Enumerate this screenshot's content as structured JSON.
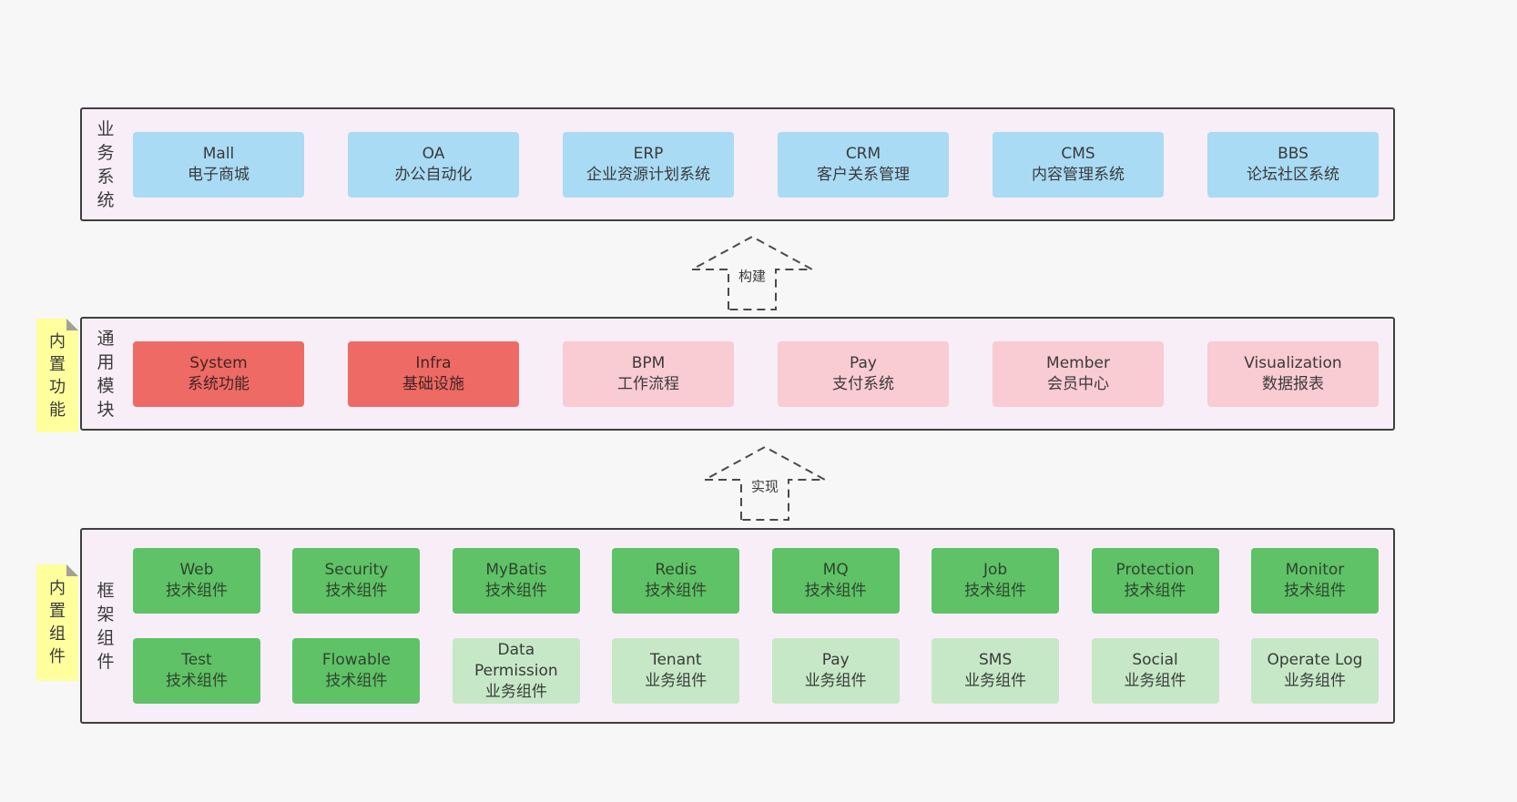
{
  "layers": {
    "business": {
      "label": "业务系统",
      "items": [
        {
          "title": "Mall",
          "subtitle": "电子商城"
        },
        {
          "title": "OA",
          "subtitle": "办公自动化"
        },
        {
          "title": "ERP",
          "subtitle": "企业资源计划系统"
        },
        {
          "title": "CRM",
          "subtitle": "客户关系管理"
        },
        {
          "title": "CMS",
          "subtitle": "内容管理系统"
        },
        {
          "title": "BBS",
          "subtitle": "论坛社区系统"
        }
      ]
    },
    "modules": {
      "label": "通用模块",
      "sticky": "内置功能",
      "items": [
        {
          "title": "System",
          "subtitle": "系统功能"
        },
        {
          "title": "Infra",
          "subtitle": "基础设施"
        },
        {
          "title": "BPM",
          "subtitle": "工作流程"
        },
        {
          "title": "Pay",
          "subtitle": "支付系统"
        },
        {
          "title": "Member",
          "subtitle": "会员中心"
        },
        {
          "title": "Visualization",
          "subtitle": "数据报表"
        }
      ]
    },
    "framework": {
      "label": "框架组件",
      "sticky": "内置组件",
      "row1": [
        {
          "title": "Web",
          "subtitle": "技术组件"
        },
        {
          "title": "Security",
          "subtitle": "技术组件"
        },
        {
          "title": "MyBatis",
          "subtitle": "技术组件"
        },
        {
          "title": "Redis",
          "subtitle": "技术组件"
        },
        {
          "title": "MQ",
          "subtitle": "技术组件"
        },
        {
          "title": "Job",
          "subtitle": "技术组件"
        },
        {
          "title": "Protection",
          "subtitle": "技术组件"
        },
        {
          "title": "Monitor",
          "subtitle": "技术组件"
        }
      ],
      "row2": [
        {
          "title": "Test",
          "subtitle": "技术组件"
        },
        {
          "title": "Flowable",
          "subtitle": "技术组件"
        },
        {
          "title": "Data Permission",
          "subtitle": "业务组件"
        },
        {
          "title": "Tenant",
          "subtitle": "业务组件"
        },
        {
          "title": "Pay",
          "subtitle": "业务组件"
        },
        {
          "title": "SMS",
          "subtitle": "业务组件"
        },
        {
          "title": "Social",
          "subtitle": "业务组件"
        },
        {
          "title": "Operate Log",
          "subtitle": "业务组件"
        }
      ]
    }
  },
  "arrows": {
    "build": "构建",
    "implement": "实现"
  },
  "colors": {
    "blue_box": "#a9dbf4",
    "red_box": "#ee6a64",
    "pink_box": "#f9cbd2",
    "green_dark_box": "#5fc266",
    "green_light_box": "#c6e8c6",
    "sticky_yellow": "#ffff9d",
    "panel_background": "#f8eef7",
    "page_background": "#f7f7f7"
  }
}
